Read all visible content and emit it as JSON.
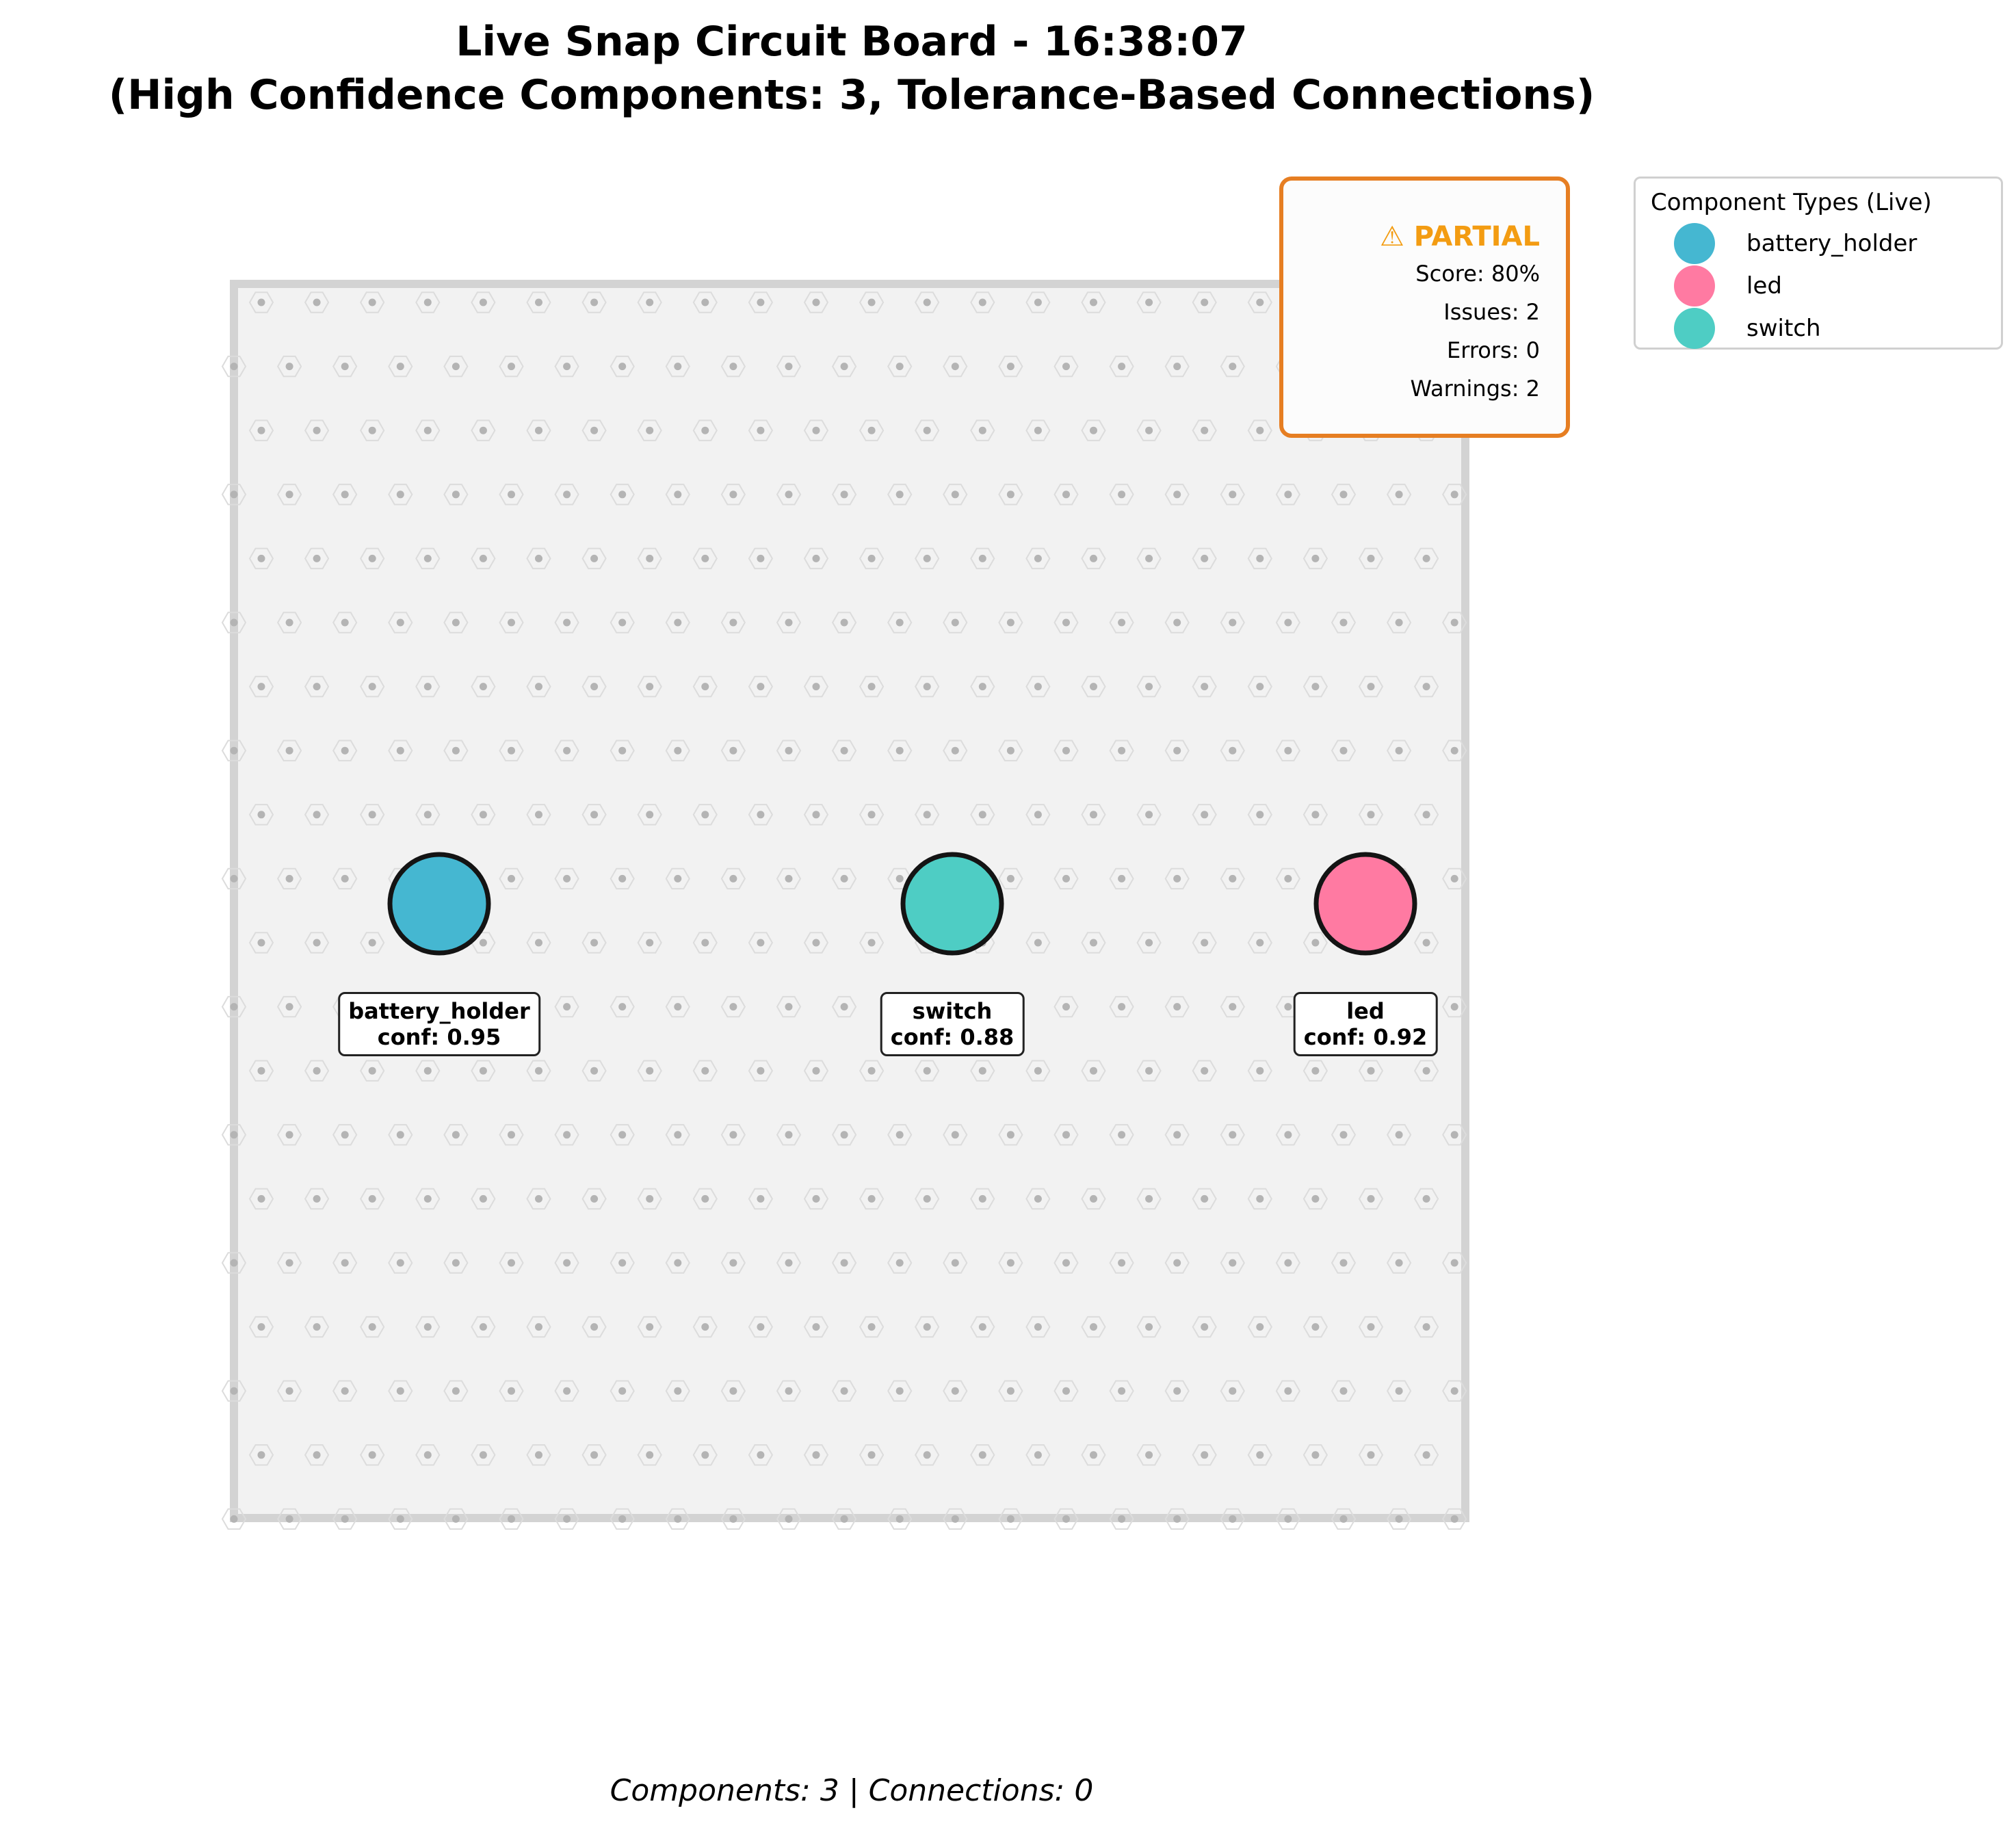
{
  "title": {
    "line1": "Live Snap Circuit Board - 16:38:07",
    "line2": "(High Confidence Components: 3, Tolerance-Based Connections)"
  },
  "status": {
    "icon": "warning-icon",
    "label": "⚠ PARTIAL",
    "score": "Score: 80%",
    "issues": "Issues: 2",
    "errors": "Errors: 0",
    "warnings": "Warnings: 2",
    "color": "#e67e22"
  },
  "legend": {
    "title": "Component Types (Live)",
    "items": [
      {
        "label": "battery_holder",
        "color": "#45b7d1"
      },
      {
        "label": "led",
        "color": "#ff7aa2"
      },
      {
        "label": "switch",
        "color": "#4ecdc4"
      }
    ]
  },
  "components": [
    {
      "type": "battery_holder",
      "name": "battery_holder",
      "conf": "conf: 0.95",
      "color": "#45b7d1"
    },
    {
      "type": "switch",
      "name": "switch",
      "conf": "conf: 0.88",
      "color": "#4ecdc4"
    },
    {
      "type": "led",
      "name": "led",
      "conf": "conf: 0.92",
      "color": "#ff7aa2"
    }
  ],
  "footer": "Components: 3 | Connections: 0"
}
